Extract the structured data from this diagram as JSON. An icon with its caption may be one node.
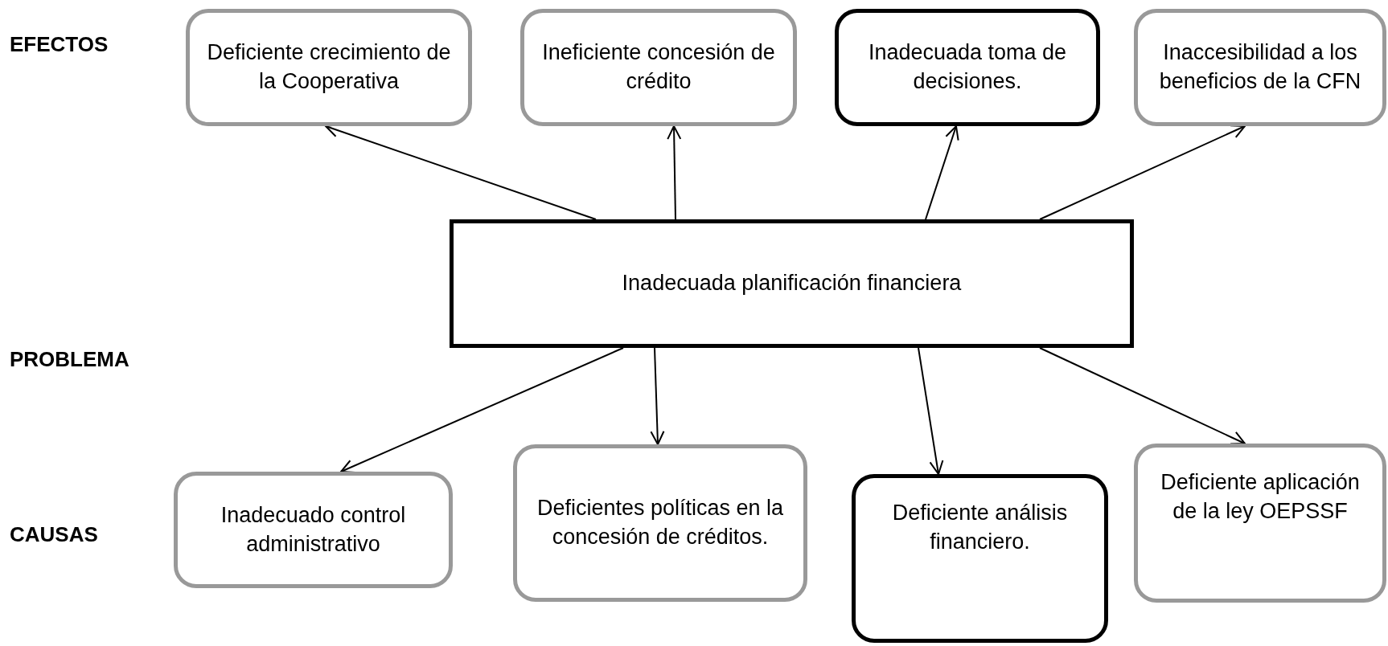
{
  "diagram": {
    "nodes": [
      {
        "text": [
          "Deficiente crecimiento de la Cooperativa"
        ]
      },
      {
        "text": [
          "Ineficiente concesión de crédito"
        ]
      },
      {
        "text": [
          "Inadecuada toma de decisiones."
        ]
      },
      {
        "text": [
          "Inaccesibilidad a los beneficios de la CFN"
        ]
      },
      {
        "text": [
          "Inadecuada planificación financiera"
        ]
      },
      {
        "text": [
          "Inadecuado control administrativo"
        ]
      },
      {
        "text": [
          "Deficientes políticas en la concesión de créditos."
        ]
      },
      {
        "text": [
          "Deficiente análisis financiero."
        ]
      },
      {
        "text": [
          "Deficiente aplicación de la ley OEPSSF"
        ]
      }
    ],
    "edges": [
      {
        "from": 4,
        "to": 0,
        "arrow": "to"
      },
      {
        "from": 4,
        "to": 1,
        "arrow": "to"
      },
      {
        "from": 4,
        "to": 2,
        "arrow": "to"
      },
      {
        "from": 4,
        "to": 3,
        "arrow": "to"
      },
      {
        "from": 4,
        "to": 5,
        "arrow": "to"
      },
      {
        "from": 4,
        "to": 6,
        "arrow": "to"
      },
      {
        "from": 4,
        "to": 7,
        "arrow": "to"
      },
      {
        "from": 4,
        "to": 8,
        "arrow": "to"
      }
    ],
    "labels": [
      "EFECTOS",
      "PROBLEMA",
      "CAUSAS"
    ]
  }
}
